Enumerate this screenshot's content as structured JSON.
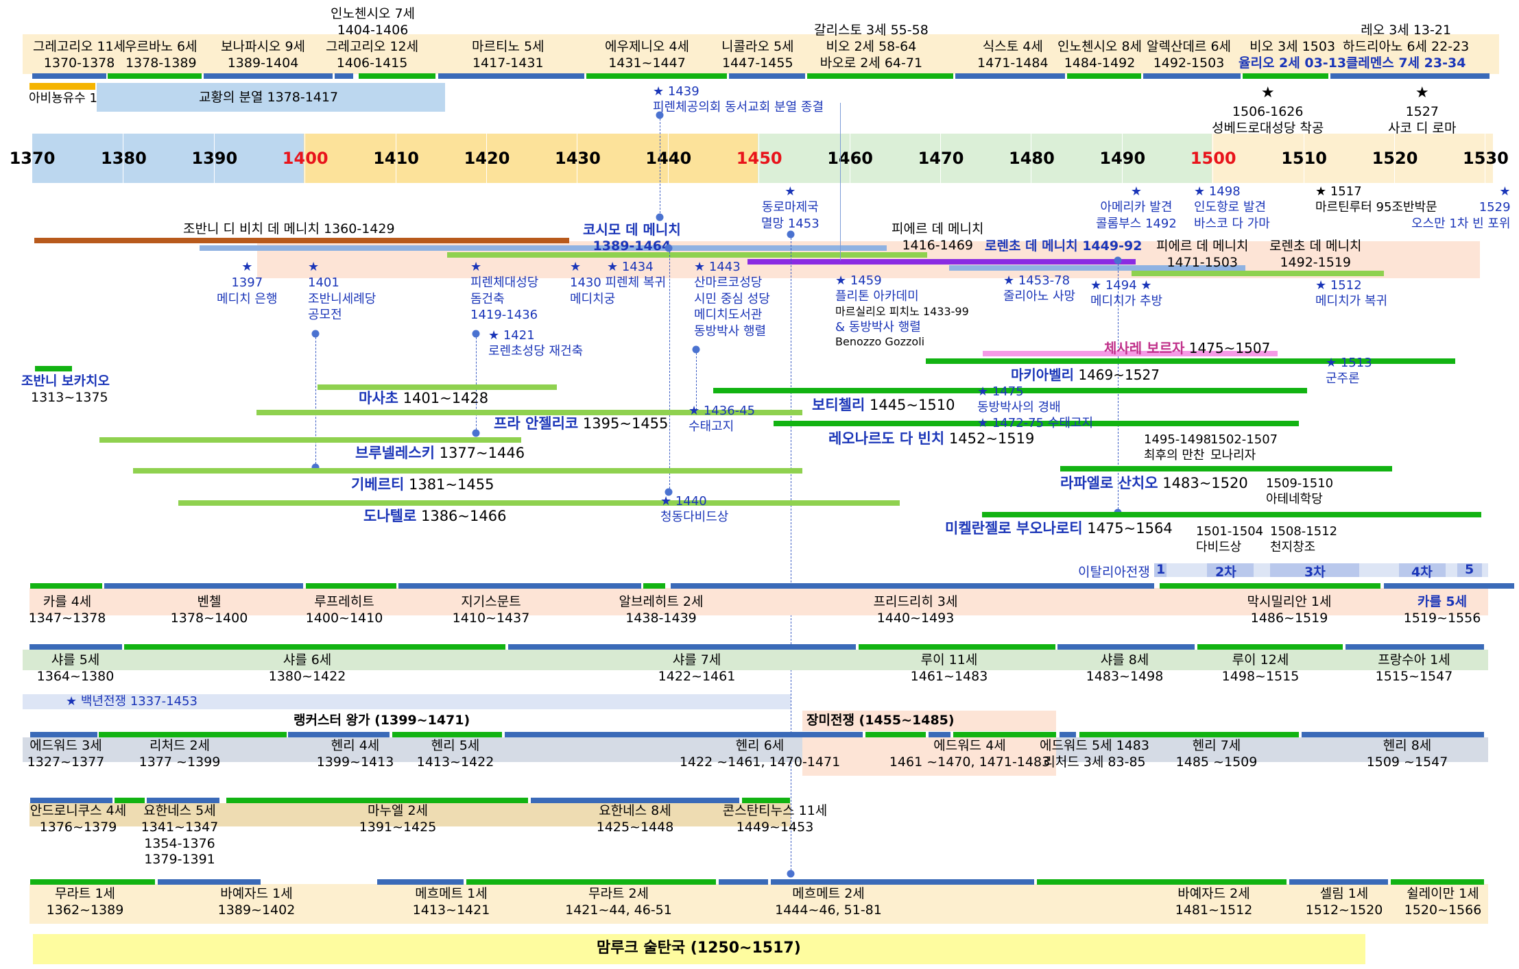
{
  "axis": {
    "ticks": [
      "1370",
      "1380",
      "1390",
      "1400",
      "1410",
      "1420",
      "1430",
      "1440",
      "1450",
      "1460",
      "1470",
      "1480",
      "1490",
      "1500",
      "1510",
      "1520",
      "1530"
    ],
    "red_ticks": [
      "1400",
      "1450",
      "1500"
    ]
  },
  "popes": [
    {
      "name": "그레고리오 11세",
      "years": "1370-1378"
    },
    {
      "name": "우르바노 6세",
      "years": "1378-1389"
    },
    {
      "name": "보나파시오 9세",
      "years": "1389-1404"
    },
    {
      "name": "인노첸시오 7세",
      "years": "1404-1406"
    },
    {
      "name": "그레고리오 12세",
      "years": "1406-1415"
    },
    {
      "name": "마르티노 5세",
      "years": "1417-1431"
    },
    {
      "name": "에우제니오 4세",
      "years": "1431~1447"
    },
    {
      "name": "니콜라오 5세",
      "years": "1447-1455"
    },
    {
      "name": "갈리스토 3세 55-58",
      "years": "비오 2세 58-64",
      "extra": "바오로 2세 64-71"
    },
    {
      "name": "식스토 4세",
      "years": "1471-1484"
    },
    {
      "name": "인노첸시오 8세",
      "years": "1484-1492"
    },
    {
      "name": "알렉산데르 6세",
      "years": "1492-1503"
    },
    {
      "name": "비오 3세 1503",
      "years": "율리오 2세 03-13"
    },
    {
      "name": "레오 3세 13-21",
      "years": "하드리아노 6세 22-23",
      "extra": "클레멘스 7세 23-34"
    }
  ],
  "church_periods": {
    "avignon": "아비뇽유수 1",
    "schism": "교황의 분열 1378-1417"
  },
  "top_events": [
    {
      "text": "★ 1439",
      "text2": "피렌체공의회 동서교회 분열 종결"
    },
    {
      "text": "★",
      "text2": "1506-1626",
      "text3": "성베드로대성당 착공"
    },
    {
      "text": "★",
      "text2": "1527",
      "text3": "사코 디 로마"
    }
  ],
  "below_axis_events": [
    {
      "text": "★",
      "text2": "동로마제국",
      "text3": "멸망 1453"
    },
    {
      "text": "★",
      "text2": "아메리카 발견",
      "text3": "콜롬부스 1492"
    },
    {
      "text": "★ 1498",
      "text2": "인도항로 발견",
      "text3": "바스코 다 가마"
    },
    {
      "text": "★ 1517",
      "text2": "마르틴루터 95조반박문"
    },
    {
      "text": "★",
      "text2": "1529",
      "text3": "오스만 1차 빈 포위"
    }
  ],
  "medici": [
    {
      "name": "조반니 디 비치 데 메니치 1360-1429"
    },
    {
      "name": "코시모 데 메니치",
      "years": "1389-1464"
    },
    {
      "name": "피에르 데 메니치",
      "years": "1416-1469"
    },
    {
      "name": "로렌초 데 메니치 1449-92"
    },
    {
      "name": "피에르 데 메니치",
      "years": "1471-1503"
    },
    {
      "name": "로렌초 데 메니치",
      "years": "1492-1519"
    }
  ],
  "medici_events": [
    {
      "text": "★",
      "text2": "1397",
      "text3": "메디치 은행"
    },
    {
      "text": "★",
      "text2": "1401",
      "text3": "조반니세례당",
      "text4": "공모전"
    },
    {
      "text": "★",
      "text2": "피렌체대성당",
      "text3": "돔건축",
      "text4": "1419-1436"
    },
    {
      "text": "★ 1421",
      "text2": "로렌초성당 재건축"
    },
    {
      "text": "★",
      "text2": "1430 피렌체 복귀",
      "text3": "메디치궁"
    },
    {
      "text": "★ 1434"
    },
    {
      "text": "★ 1443",
      "text2": "산마르코성당",
      "text3": "시민 중심 성당",
      "text4": "메디치도서관",
      "text5": "동방박사 행렬"
    },
    {
      "text": "★ 1459",
      "text2": "플리톤 아카데미",
      "text3": "마르실리오 피치노 1433-99",
      "text4": "& 동방박사 행렬",
      "text5": "Benozzo Gozzoli"
    },
    {
      "text": "★ 1453-78",
      "text2": "줄리아노 사망"
    },
    {
      "text": "★ 1494 ★",
      "text2": "메디치가 추방"
    },
    {
      "text": "★ 1512",
      "text2": "메디치가 복귀"
    }
  ],
  "artists": [
    {
      "name": "조반니 보카치오",
      "years": "1313~1375"
    },
    {
      "name": "마사초",
      "years": "1401~1428"
    },
    {
      "name": "프라 안젤리코",
      "years": "1395~1455"
    },
    {
      "name": "브루넬레스키",
      "years": "1377~1446"
    },
    {
      "name": "기베르티",
      "years": "1381~1455"
    },
    {
      "name": "도나텔로",
      "years": "1386~1466"
    },
    {
      "name": "체사레 보르자",
      "years": "1475~1507"
    },
    {
      "name": "마키아벨리",
      "years": "1469~1527"
    },
    {
      "name": "보티첼리",
      "years": "1445~1510"
    },
    {
      "name": "레오나르도 다 빈치",
      "years": "1452~1519"
    },
    {
      "name": "라파엘로 산치오",
      "years": "1483~1520"
    },
    {
      "name": "미켈란젤로 부오나로티",
      "years": "1475~1564"
    }
  ],
  "artist_events": [
    {
      "text": "★ 1436-45",
      "text2": "수태고지"
    },
    {
      "text": "★ 1440",
      "text2": "청동다비드상"
    },
    {
      "text": "★ 1475",
      "text2": "동방박사의 경배"
    },
    {
      "text": "★ 1472-75 수태고지"
    },
    {
      "text": "★ 1513",
      "text2": "군주론"
    },
    {
      "text": "1495-1498",
      "text2": "최후의 만찬"
    },
    {
      "text": "1502-1507",
      "text2": "모나리자"
    },
    {
      "text": "1509-1510",
      "text2": "아테네학당"
    },
    {
      "text": "1501-1504",
      "text2": "다비드상"
    },
    {
      "text": "1508-1512",
      "text2": "천지창조"
    }
  ],
  "italian_wars": {
    "label": "이탈리아전쟁",
    "phases": [
      "1",
      "2차",
      "3차",
      "4차",
      "5"
    ]
  },
  "hre": [
    {
      "name": "카를 4세",
      "years": "1347~1378"
    },
    {
      "name": "벤첼",
      "years": "1378~1400"
    },
    {
      "name": "루프레히트",
      "years": "1400~1410"
    },
    {
      "name": "지기스문트",
      "years": "1410~1437"
    },
    {
      "name": "알브레히트 2세",
      "years": "1438-1439"
    },
    {
      "name": "프리드리히 3세",
      "years": "1440~1493"
    },
    {
      "name": "막시밀리안 1세",
      "years": "1486~1519"
    },
    {
      "name": "카를 5세",
      "years": "1519~1556"
    }
  ],
  "france": [
    {
      "name": "샤를 5세",
      "years": "1364~1380"
    },
    {
      "name": "샤를 6세",
      "years": "1380~1422"
    },
    {
      "name": "샤를 7세",
      "years": "1422~1461"
    },
    {
      "name": "루이 11세",
      "years": "1461~1483"
    },
    {
      "name": "샤를 8세",
      "years": "1483~1498"
    },
    {
      "name": "루이 12세",
      "years": "1498~1515"
    },
    {
      "name": "프랑수아 1세",
      "years": "1515~1547"
    }
  ],
  "hundred_years_war": "★ 백년전쟁 1337-1453",
  "england_heads": {
    "lancaster": "랭커스터 왕가 (1399~1471)",
    "roses": "장미전쟁 (1455~1485)"
  },
  "england": [
    {
      "name": "에드워드 3세",
      "years": "1327~1377"
    },
    {
      "name": "리처드 2세",
      "years": "1377 ~1399"
    },
    {
      "name": "헨리 4세",
      "years": "1399~1413"
    },
    {
      "name": "헨리 5세",
      "years": "1413~1422"
    },
    {
      "name": "헨리 6세",
      "years": "1422 ~1461, 1470-1471"
    },
    {
      "name": "에드워드 4세",
      "years": "1461 ~1470, 1471-1483"
    },
    {
      "name": "에드워드 5세 1483",
      "years": "리처드 3세 83-85"
    },
    {
      "name": "헨리 7세",
      "years": "1485 ~1509"
    },
    {
      "name": "헨리 8세",
      "years": "1509 ~1547"
    }
  ],
  "byzantium": [
    {
      "name": "안드로니쿠스 4세",
      "years": "1376~1379"
    },
    {
      "name": "요한네스 5세",
      "years": "1341~1347",
      "y2": "1354-1376",
      "y3": "1379-1391"
    },
    {
      "name": "마누엘 2세",
      "years": "1391~1425"
    },
    {
      "name": "요한네스 8세",
      "years": "1425~1448"
    },
    {
      "name": "콘스탄티누스 11세",
      "years": "1449~1453"
    }
  ],
  "ottoman": [
    {
      "name": "무라트 1세",
      "years": "1362~1389"
    },
    {
      "name": "바예자드 1세",
      "years": "1389~1402"
    },
    {
      "name": "메흐메트 1세",
      "years": "1413~1421"
    },
    {
      "name": "무라트 2세",
      "years": "1421~44, 46-51"
    },
    {
      "name": "메흐메트 2세",
      "years": "1444~46, 51-81"
    },
    {
      "name": "바예자드 2세",
      "years": "1481~1512"
    },
    {
      "name": "셀림 1세",
      "years": "1512~1520"
    },
    {
      "name": "쉴레이만 1세",
      "years": "1520~1566"
    }
  ],
  "mamluk": "맘루크 술탄국 (1250~1517)",
  "colors": {
    "blue": "#3a6ab8",
    "green": "#12b312",
    "orange": "#b85a1c",
    "purple": "#8a2be2",
    "lightgreen": "#8fd14f",
    "blue_text": "#1a35b8"
  }
}
